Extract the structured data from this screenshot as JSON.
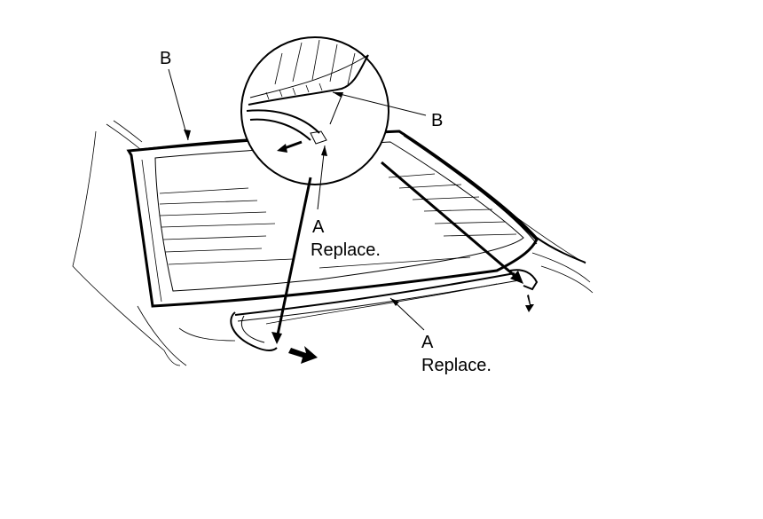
{
  "labels": {
    "b_top_left": "B",
    "b_detail": "B",
    "a_letter_detail": "A",
    "a_replace_detail": "Replace.",
    "a_letter_bottom": "A",
    "a_replace_bottom": "Replace."
  }
}
